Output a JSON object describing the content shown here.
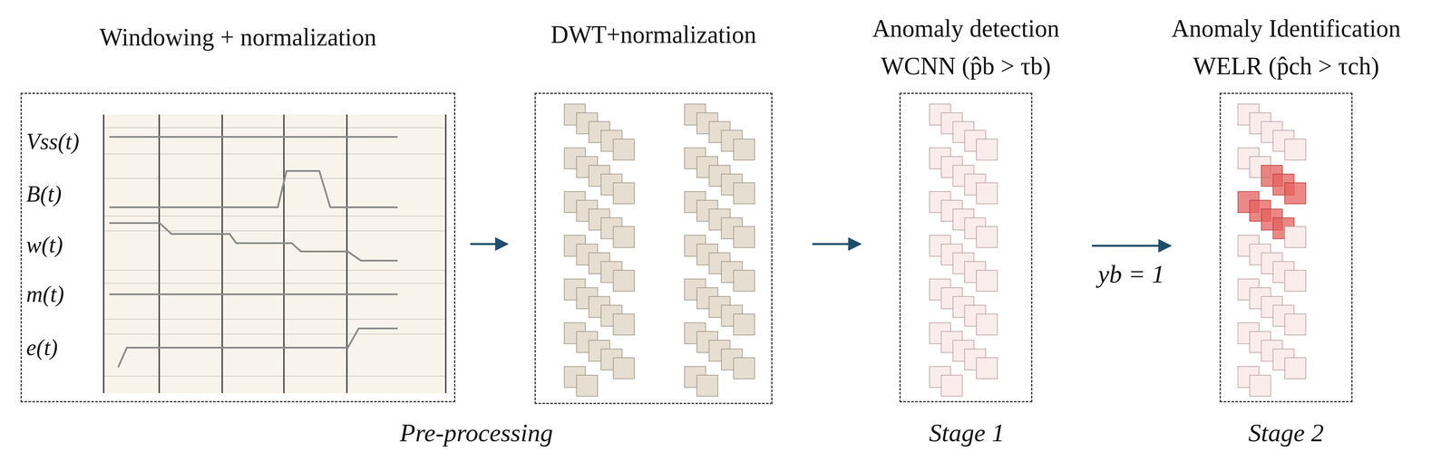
{
  "diagram": {
    "nodes": [
      {
        "text": [
          "Windowing + normalization"
        ]
      },
      {
        "text": [
          "DWT+normalization"
        ]
      },
      {
        "text": [
          "Anomaly detection",
          "WCNN (p̂b > τb)"
        ]
      },
      {
        "text": [
          "Anomaly Identification",
          "WELR (p̂ch > τch)"
        ]
      }
    ],
    "edges": [
      {
        "from": 0,
        "to": 1,
        "arrow": "to"
      },
      {
        "from": 1,
        "to": 2,
        "arrow": "to"
      },
      {
        "from": 2,
        "to": 3,
        "label": "yb = 1",
        "arrow": "to"
      }
    ],
    "labels": [
      "Vss(t)",
      "B(t)",
      "w(t)",
      "m(t)",
      "e(t)",
      "Pre-processing",
      "Stage 1",
      "Stage 2"
    ]
  }
}
